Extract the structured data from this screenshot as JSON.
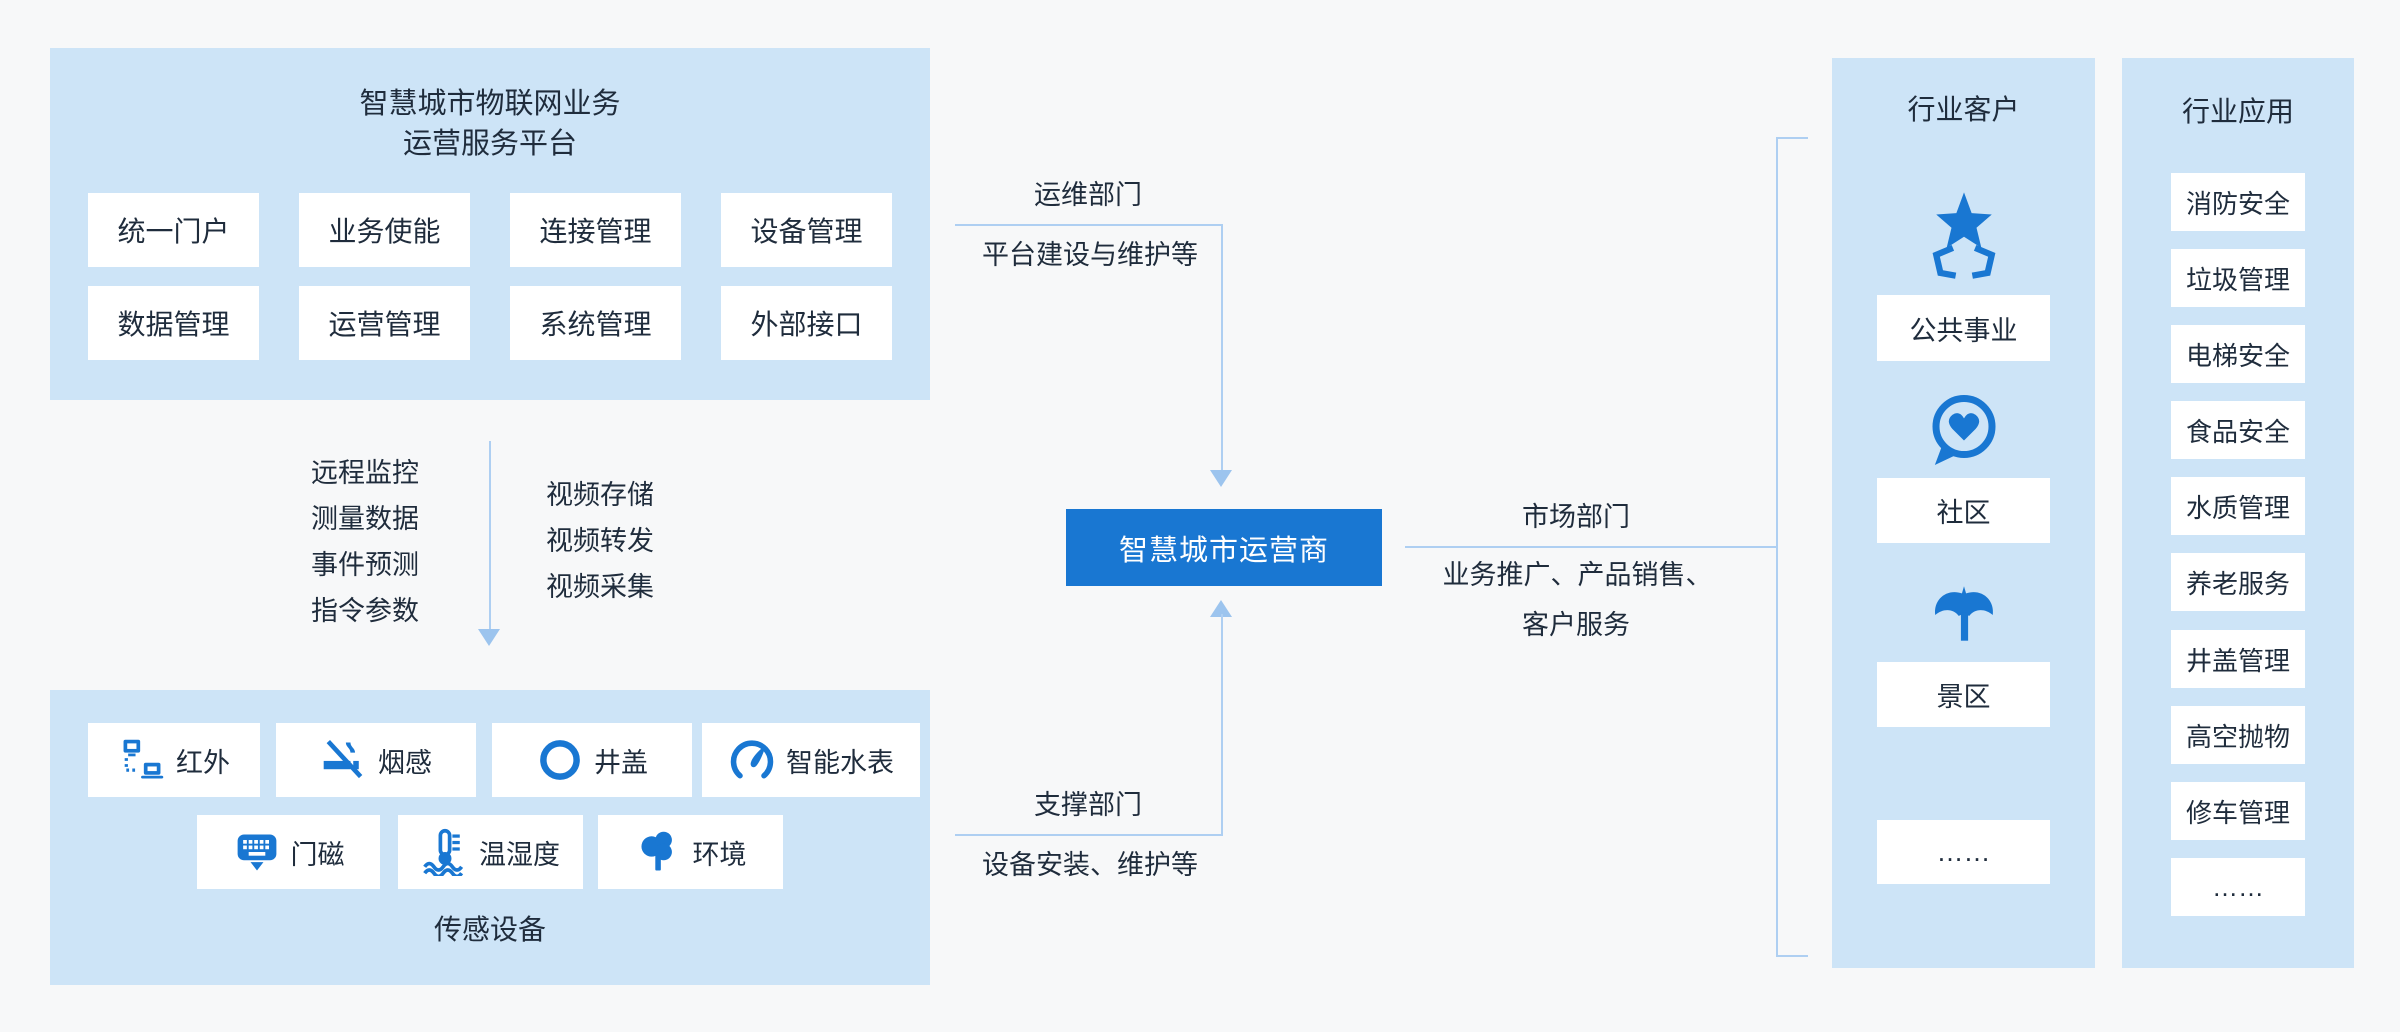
{
  "colors": {
    "accent_blue": "#1977d2",
    "panel_background": "#cde4f7",
    "white_box": "#ffffff",
    "text_dark": "#1f2c3c",
    "flow_line": "#aecff2",
    "arrowhead": "#9cc4ee",
    "page_background": "#f7f8f9"
  },
  "platform": {
    "title_line1": "智慧城市物联网业务",
    "title_line2": "运营服务平台",
    "modules": [
      "统一门户",
      "业务使能",
      "连接管理",
      "设备管理",
      "数据管理",
      "运营管理",
      "系统管理",
      "外部接口"
    ]
  },
  "uplink": {
    "items": [
      "远程监控",
      "测量数据",
      "事件预测",
      "指令参数"
    ]
  },
  "video_link": {
    "items": [
      "视频存储",
      "视频转发",
      "视频采集"
    ]
  },
  "sensors": {
    "caption": "传感设备",
    "row1": [
      {
        "icon": "infrared-devices-icon",
        "label": "红外"
      },
      {
        "icon": "no-smoking-icon",
        "label": "烟感"
      },
      {
        "icon": "manhole-ring-icon",
        "label": "井盖"
      },
      {
        "icon": "water-meter-gauge-icon",
        "label": "智能水表"
      }
    ],
    "row2": [
      {
        "icon": "door-magnet-keypad-icon",
        "label": "门磁"
      },
      {
        "icon": "thermometer-humidity-icon",
        "label": "温湿度"
      },
      {
        "icon": "tree-icon",
        "label": "环境"
      }
    ]
  },
  "operator": {
    "label": "智慧城市运营商"
  },
  "flows": {
    "ops": {
      "title": "运维部门",
      "desc": "平台建设与维护等"
    },
    "support": {
      "title": "支撑部门",
      "desc": "设备安装、维护等"
    },
    "market": {
      "title": "市场部门",
      "desc_line1": "业务推广、产品销售、",
      "desc_line2": "客户服务"
    }
  },
  "customers": {
    "title": "行业客户",
    "items": [
      {
        "icon": "star-badge-icon",
        "label": "公共事业"
      },
      {
        "icon": "heart-bubble-icon",
        "label": "社区"
      },
      {
        "icon": "palm-tree-icon",
        "label": "景区"
      },
      {
        "icon": "",
        "label": "……"
      }
    ]
  },
  "applications": {
    "title": "行业应用",
    "items": [
      "消防安全",
      "垃圾管理",
      "电梯安全",
      "食品安全",
      "水质管理",
      "养老服务",
      "井盖管理",
      "高空抛物",
      "修车管理",
      "……"
    ]
  }
}
